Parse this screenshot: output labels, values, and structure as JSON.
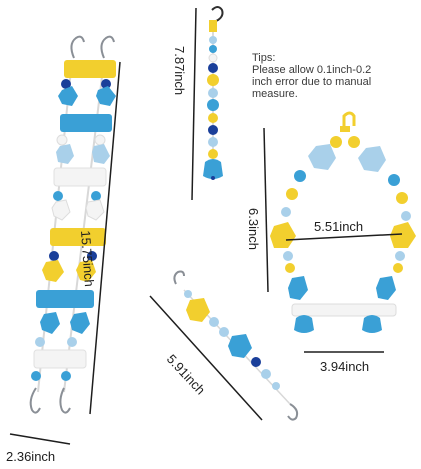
{
  "tips": {
    "title": "Tips:",
    "line1": "Please allow 0.1inch-0.2",
    "line2": "inch error due to manual",
    "line3": "measure."
  },
  "dimensions": {
    "ladder_height": "15.75inch",
    "ladder_width": "2.36inch",
    "hanging_chain_length": "7.87inch",
    "swing_height": "6.3inch",
    "swing_width": "5.51inch",
    "swing_perch_width": "3.94inch",
    "small_chain_length": "5.91inch"
  },
  "colors": {
    "blue": "#3aa0d6",
    "light_blue": "#a9d0ea",
    "yellow": "#f2cf2e",
    "white": "#f4f4f4",
    "navy": "#1a3f9a",
    "line": "#1e1e1e",
    "metal": "#8a8f96"
  }
}
